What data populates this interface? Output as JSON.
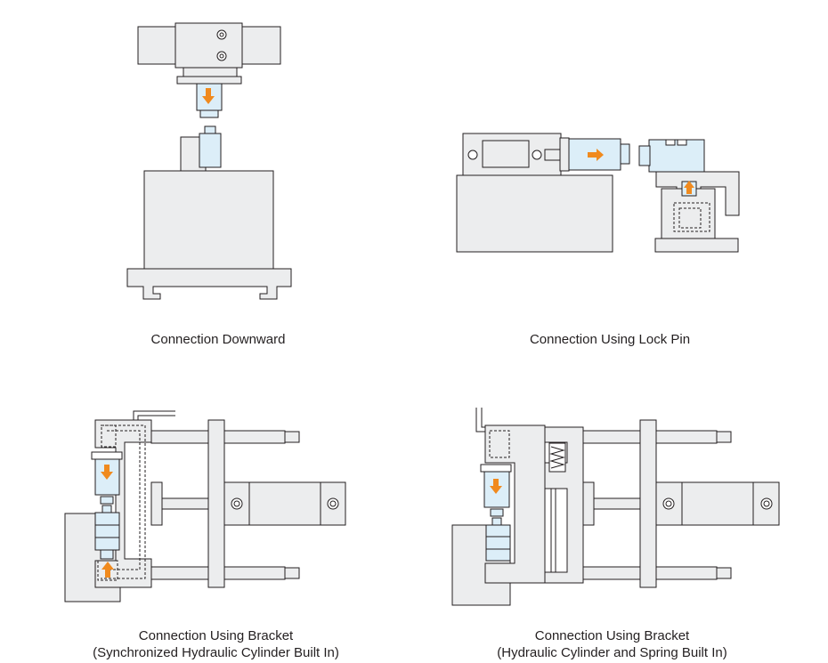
{
  "captions": {
    "downward": "Connection Downward",
    "lock_pin": "Connection Using Lock Pin",
    "bracket_sync_line1": "Connection Using Bracket",
    "bracket_sync_line2": "(Synchronized Hydraulic Cylinder Built In)",
    "bracket_spring_line1": "Connection Using Bracket",
    "bracket_spring_line2": "(Hydraulic Cylinder and Spring Built In)"
  },
  "colors": {
    "body_fill": "#ecedee",
    "stroke": "#231f20",
    "cylinder_fill": "#dceef8",
    "arrow": "#f08a1e"
  }
}
